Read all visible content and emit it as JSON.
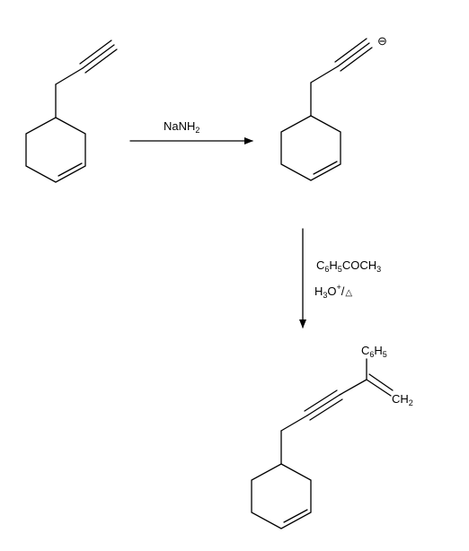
{
  "reaction_1": {
    "reagent": {
      "main": "NaNH",
      "sub": "2"
    }
  },
  "reaction_2": {
    "reagent_line_1": [
      {
        "main": "C",
        "sub": "6"
      },
      {
        "main": "H",
        "sub": "5"
      },
      {
        "main": "COCH",
        "sub": "3"
      }
    ],
    "reagent_line_2": [
      {
        "main": "H",
        "sub": "3"
      },
      {
        "main": "O",
        "sup": "+"
      },
      {
        "main": "/"
      },
      {
        "main": "△"
      }
    ]
  },
  "intermediate": {
    "charge": "⊖"
  },
  "product": {
    "phenyl": [
      {
        "main": "C",
        "sub": "6"
      },
      {
        "main": "H",
        "sub": "5"
      }
    ],
    "methylene": [
      {
        "main": "CH",
        "sub": "2"
      }
    ]
  }
}
